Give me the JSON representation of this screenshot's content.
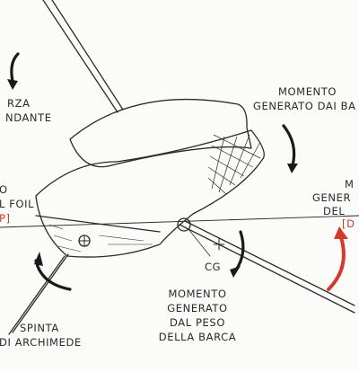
{
  "labels": {
    "forza": [
      "RZA",
      "NDANTE"
    ],
    "momento_barca": [
      "MOMENTO",
      "GENERATO DAI BA"
    ],
    "foil": [
      "O",
      "L FOIL"
    ],
    "foil_bracket": "P]",
    "momento_right": [
      "M",
      "GENER",
      "DEL"
    ],
    "momento_right_bracket": "[D",
    "cg": "CG",
    "momento_peso": [
      "MOMENTO",
      "GENERATO",
      "DAL PESO",
      "DELLA BARCA"
    ],
    "spinta": [
      "SPINTA",
      "DI ARCHIMEDE"
    ]
  },
  "colors": {
    "ink": "#2a2a2a",
    "accent": "#d23a2e",
    "paper": "#fbfbf9"
  }
}
